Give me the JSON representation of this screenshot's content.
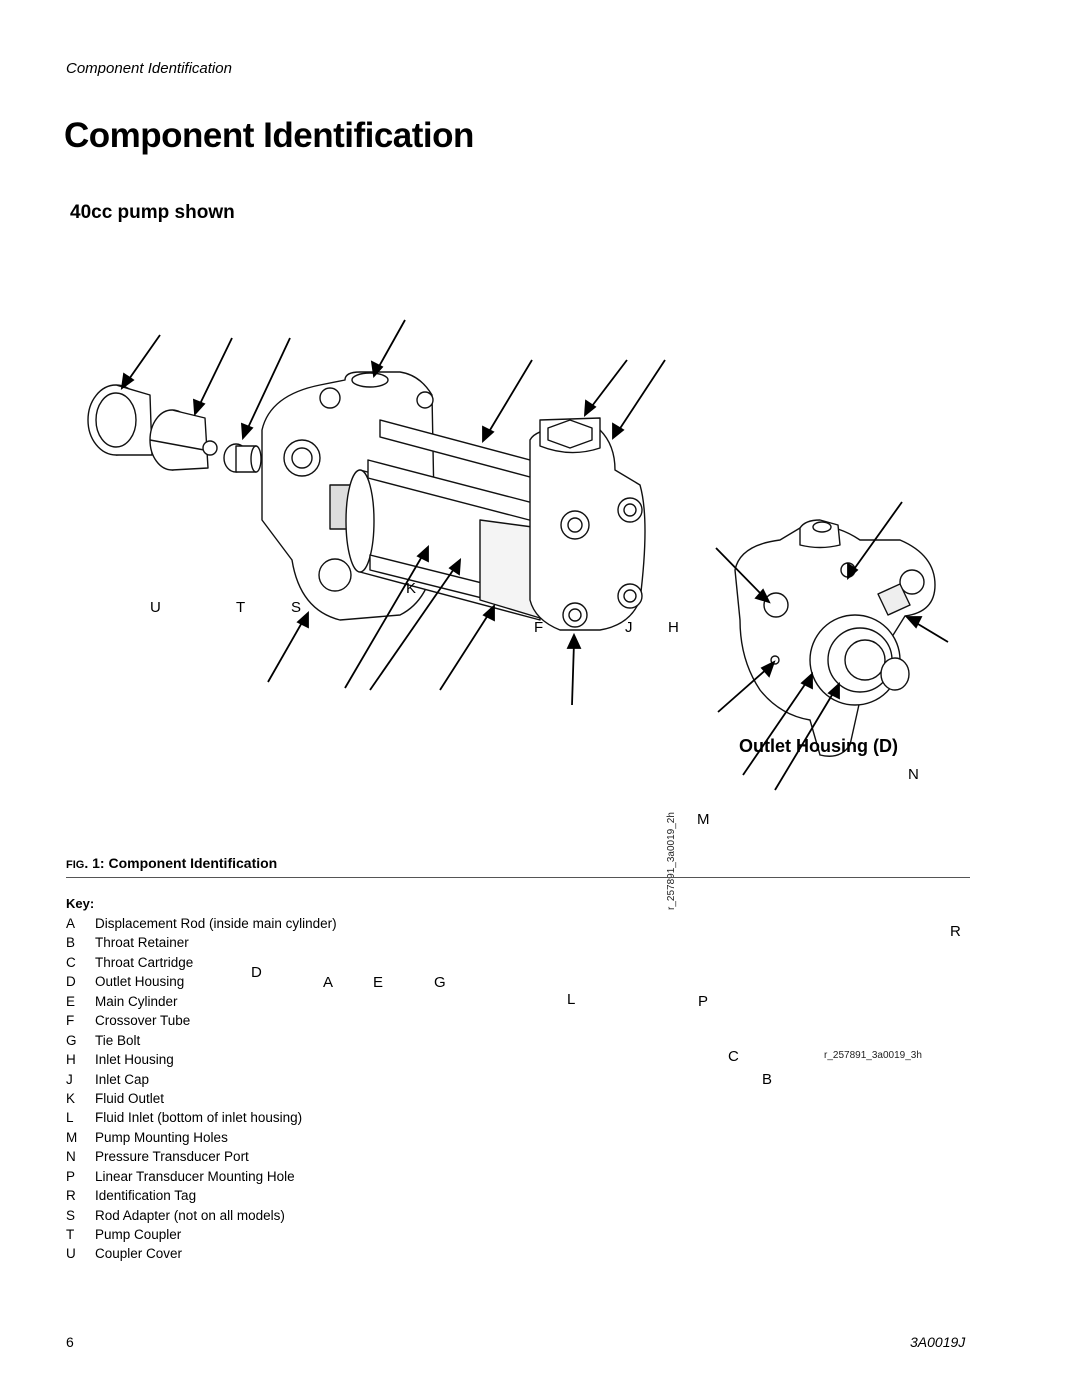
{
  "header": {
    "running_head": "Component Identification",
    "title": "Component Identification",
    "subtitle": "40cc pump shown"
  },
  "figure": {
    "outlet_label": "Outlet Housing (D)",
    "image_ids": [
      "r_257891_3a0019_2h",
      "r_257891_3a0019_3h"
    ],
    "callouts": [
      "U",
      "T",
      "S",
      "K",
      "F",
      "J",
      "H",
      "D",
      "A",
      "E",
      "G",
      "L",
      "N",
      "M",
      "R",
      "P",
      "C",
      "B"
    ],
    "caption_prefix": "FIG",
    "caption_rest": ". 1: Component Identification"
  },
  "key": {
    "heading": "Key:",
    "items": [
      {
        "letter": "A",
        "text": "Displacement Rod (inside main cylinder)"
      },
      {
        "letter": "B",
        "text": "Throat Retainer"
      },
      {
        "letter": "C",
        "text": "Throat Cartridge"
      },
      {
        "letter": "D",
        "text": "Outlet Housing"
      },
      {
        "letter": "E",
        "text": "Main Cylinder"
      },
      {
        "letter": "F",
        "text": "Crossover Tube"
      },
      {
        "letter": "G",
        "text": "Tie Bolt"
      },
      {
        "letter": "H",
        "text": "Inlet Housing"
      },
      {
        "letter": "J",
        "text": "Inlet Cap"
      },
      {
        "letter": "K",
        "text": "Fluid Outlet"
      },
      {
        "letter": "L",
        "text": "Fluid Inlet (bottom of inlet housing)"
      },
      {
        "letter": "M",
        "text": "Pump Mounting Holes"
      },
      {
        "letter": "N",
        "text": "Pressure Transducer Port"
      },
      {
        "letter": "P",
        "text": "Linear Transducer Mounting Hole"
      },
      {
        "letter": "R",
        "text": "Identification Tag"
      },
      {
        "letter": "S",
        "text": "Rod Adapter (not on all models)"
      },
      {
        "letter": "T",
        "text": "Pump Coupler"
      },
      {
        "letter": "U",
        "text": "Coupler Cover"
      }
    ]
  },
  "footer": {
    "page_number": "6",
    "doc_number": "3A0019J"
  }
}
